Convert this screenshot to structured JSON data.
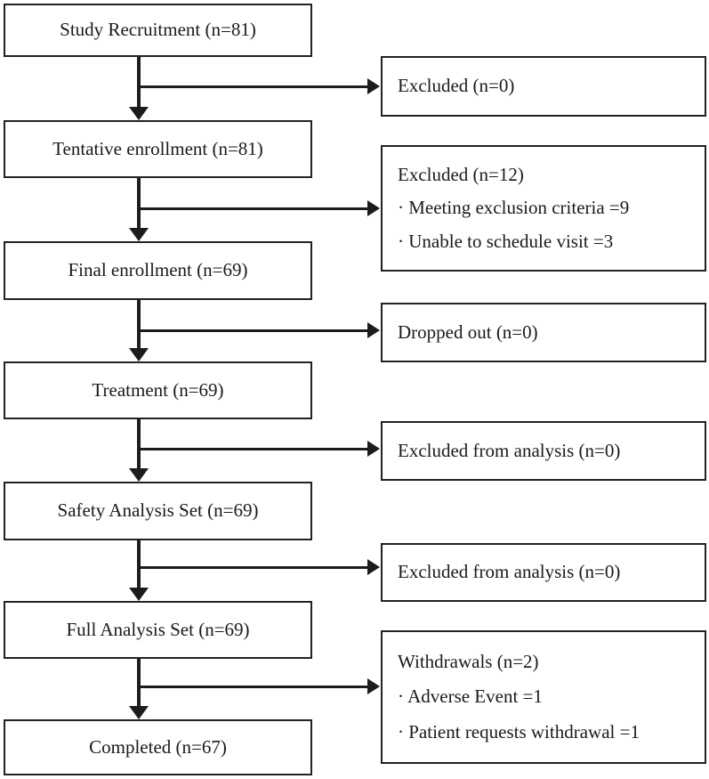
{
  "diagram": {
    "type": "clinical-trial-flowchart",
    "colors": {
      "background": "#ffffff",
      "line": "#1c1c1c",
      "box_border": "#222222",
      "text": "#1a1a1a"
    },
    "left_boxes": [
      {
        "label": "Study Recruitment (n=81)"
      },
      {
        "label": "Tentative enrollment (n=81)"
      },
      {
        "label": "Final enrollment (n=69)"
      },
      {
        "label": "Treatment (n=69)"
      },
      {
        "label": "Safety Analysis Set (n=69)"
      },
      {
        "label": "Full Analysis Set (n=69)"
      },
      {
        "label": "Completed (n=67)"
      }
    ],
    "right_boxes": [
      {
        "title": "Excluded (n=0)",
        "items": []
      },
      {
        "title": "Excluded (n=12)",
        "items": [
          "· Meeting exclusion criteria =9",
          "· Unable to schedule visit =3"
        ]
      },
      {
        "title": "Dropped out (n=0)",
        "items": []
      },
      {
        "title": "Excluded from analysis (n=0)",
        "items": []
      },
      {
        "title": "Excluded from analysis (n=0)",
        "items": []
      },
      {
        "title": "Withdrawals (n=2)",
        "items": [
          "· Adverse Event =1",
          "· Patient requests withdrawal =1"
        ]
      }
    ]
  }
}
